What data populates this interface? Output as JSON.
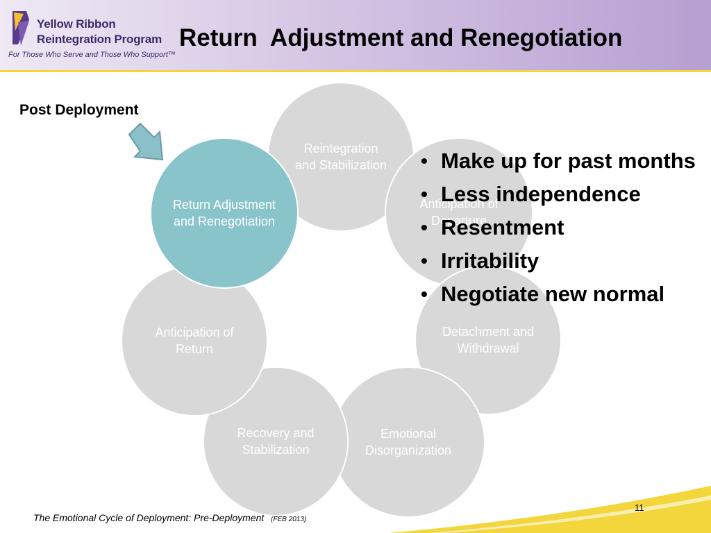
{
  "header": {
    "logo": {
      "line1": "Yellow Ribbon",
      "line2": "Reintegration Program",
      "tagline": "For Those Who Serve and Those Who Support™"
    },
    "title": "Return  Adjustment and Renegotiation"
  },
  "label": "Post Deployment",
  "circles": {
    "reintegration": "Reintegration and Stabilization",
    "anticipation_departure": "Anticipation of Departure",
    "detachment": "Detachment and Withdrawal",
    "emotional": "Emotional Disorganization",
    "recovery": "Recovery and Stabilization",
    "anticipation_return": "Anticipation of Return",
    "return": "Return Adjustment and Renegotiation"
  },
  "bullets": [
    "Make up for past months",
    "Less independence",
    "Resentment",
    "Irritability",
    "Negotiate new normal"
  ],
  "footer": {
    "text": "The Emotional Cycle of Deployment:  Pre-Deployment",
    "date": "(FEB 2013)",
    "page": "11"
  },
  "colors": {
    "highlight_circle": "#89c4cb",
    "circle": "#d8d8d8",
    "accent_yellow": "#f2d63b",
    "brand_purple": "#3b2a6b"
  }
}
